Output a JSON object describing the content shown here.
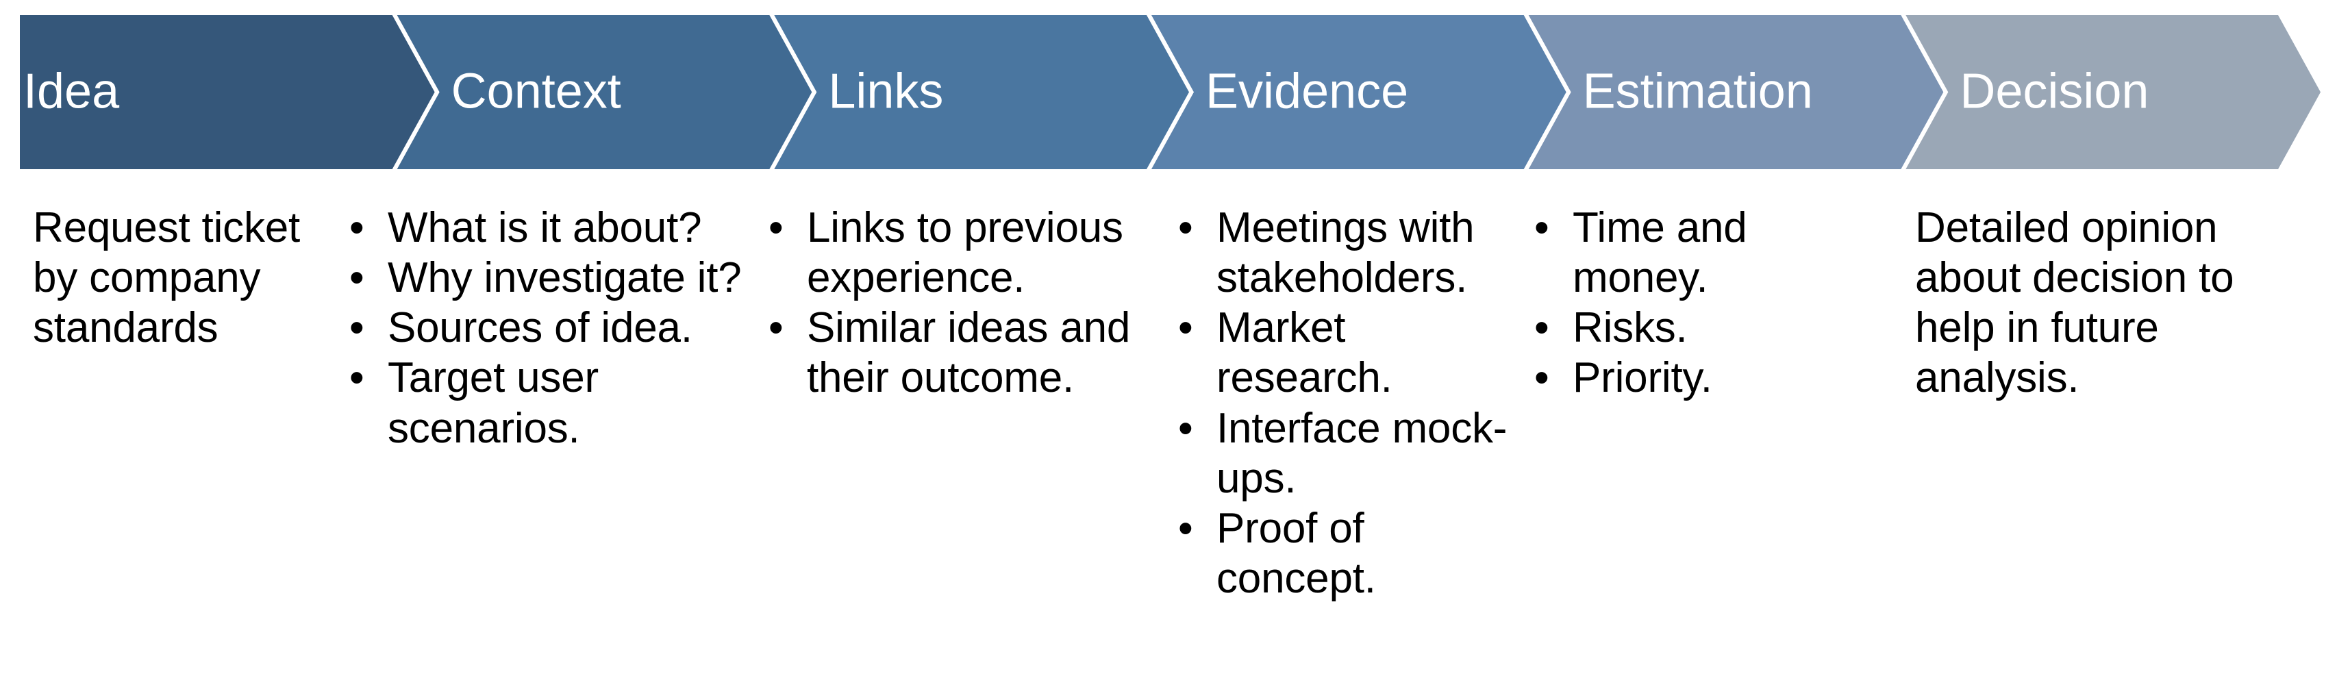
{
  "banner": {
    "type": "chevron-process-banner",
    "background": "#ffffff",
    "separator_color": "#ffffff",
    "text_color": "#ffffff",
    "steps": [
      {
        "label": "Idea",
        "color": "#35577a"
      },
      {
        "label": "Context",
        "color": "#406a92"
      },
      {
        "label": "Links",
        "color": "#4a76a0"
      },
      {
        "label": "Evidence",
        "color": "#5b82ac"
      },
      {
        "label": "Estimation",
        "color": "#7b93b3"
      },
      {
        "label": "Decision",
        "color": "#9aa7b6"
      }
    ]
  },
  "columns": [
    {
      "step": "Idea",
      "style": "plain",
      "text": "Request ticket by company standards",
      "items": []
    },
    {
      "step": "Context",
      "style": "bulleted",
      "text": "",
      "items": [
        "What is it about?",
        "Why investigate it?",
        "Sources of idea.",
        "Target user scenarios."
      ]
    },
    {
      "step": "Links",
      "style": "bulleted",
      "text": "",
      "items": [
        "Links to previous experience.",
        "Similar ideas and their outcome."
      ]
    },
    {
      "step": "Evidence",
      "style": "bulleted",
      "text": "",
      "items": [
        "Meetings with stakeholders.",
        "Market research.",
        "Interface mock-ups.",
        "Proof of concept."
      ]
    },
    {
      "step": "Estimation",
      "style": "bulleted",
      "text": "",
      "items": [
        "Time and money.",
        "Risks.",
        "Priority."
      ]
    },
    {
      "step": "Decision",
      "style": "plain",
      "text": "Detailed opinion about decision to help in future analysis.",
      "items": []
    }
  ],
  "bullet_glyph": "•"
}
